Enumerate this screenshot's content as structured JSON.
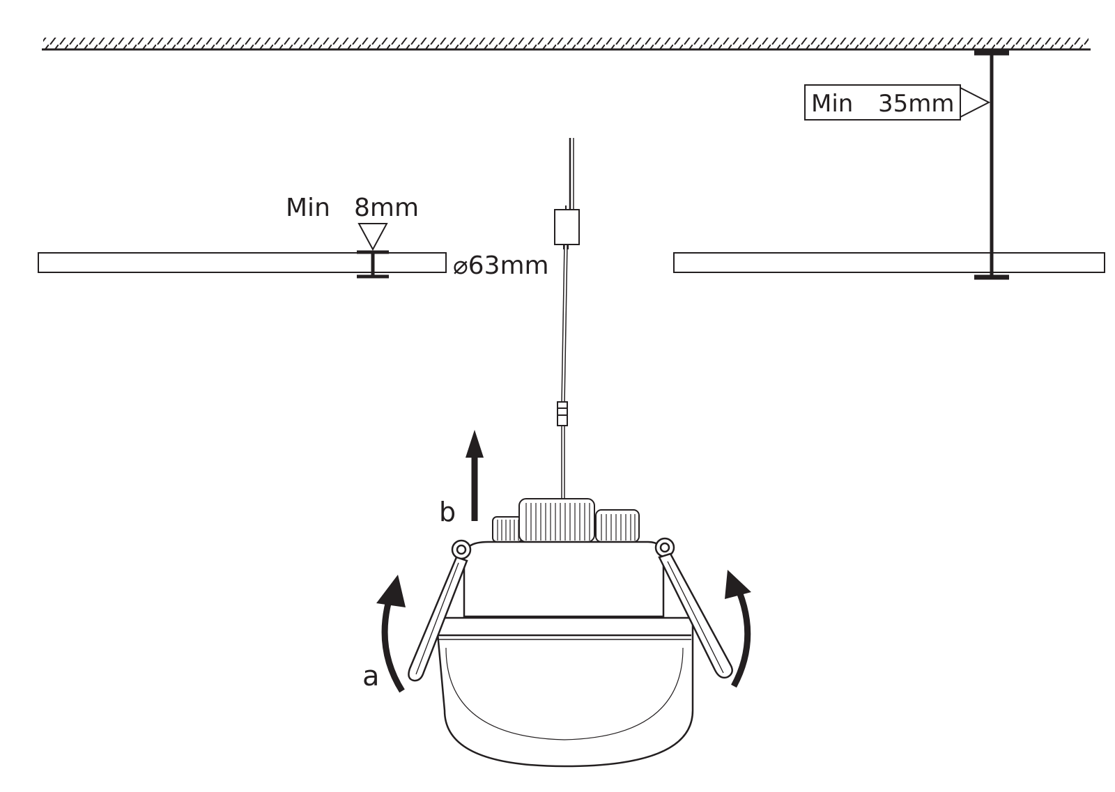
{
  "labels": {
    "ceiling_clearance_min": "Min",
    "ceiling_clearance_value": "35mm",
    "panel_thickness_min": "Min",
    "panel_thickness_value": "8mm",
    "cutout_diameter": "⌀63mm",
    "step_a": "a",
    "step_b": "b"
  },
  "colors": {
    "line": "#231f20",
    "background": "#ffffff"
  }
}
